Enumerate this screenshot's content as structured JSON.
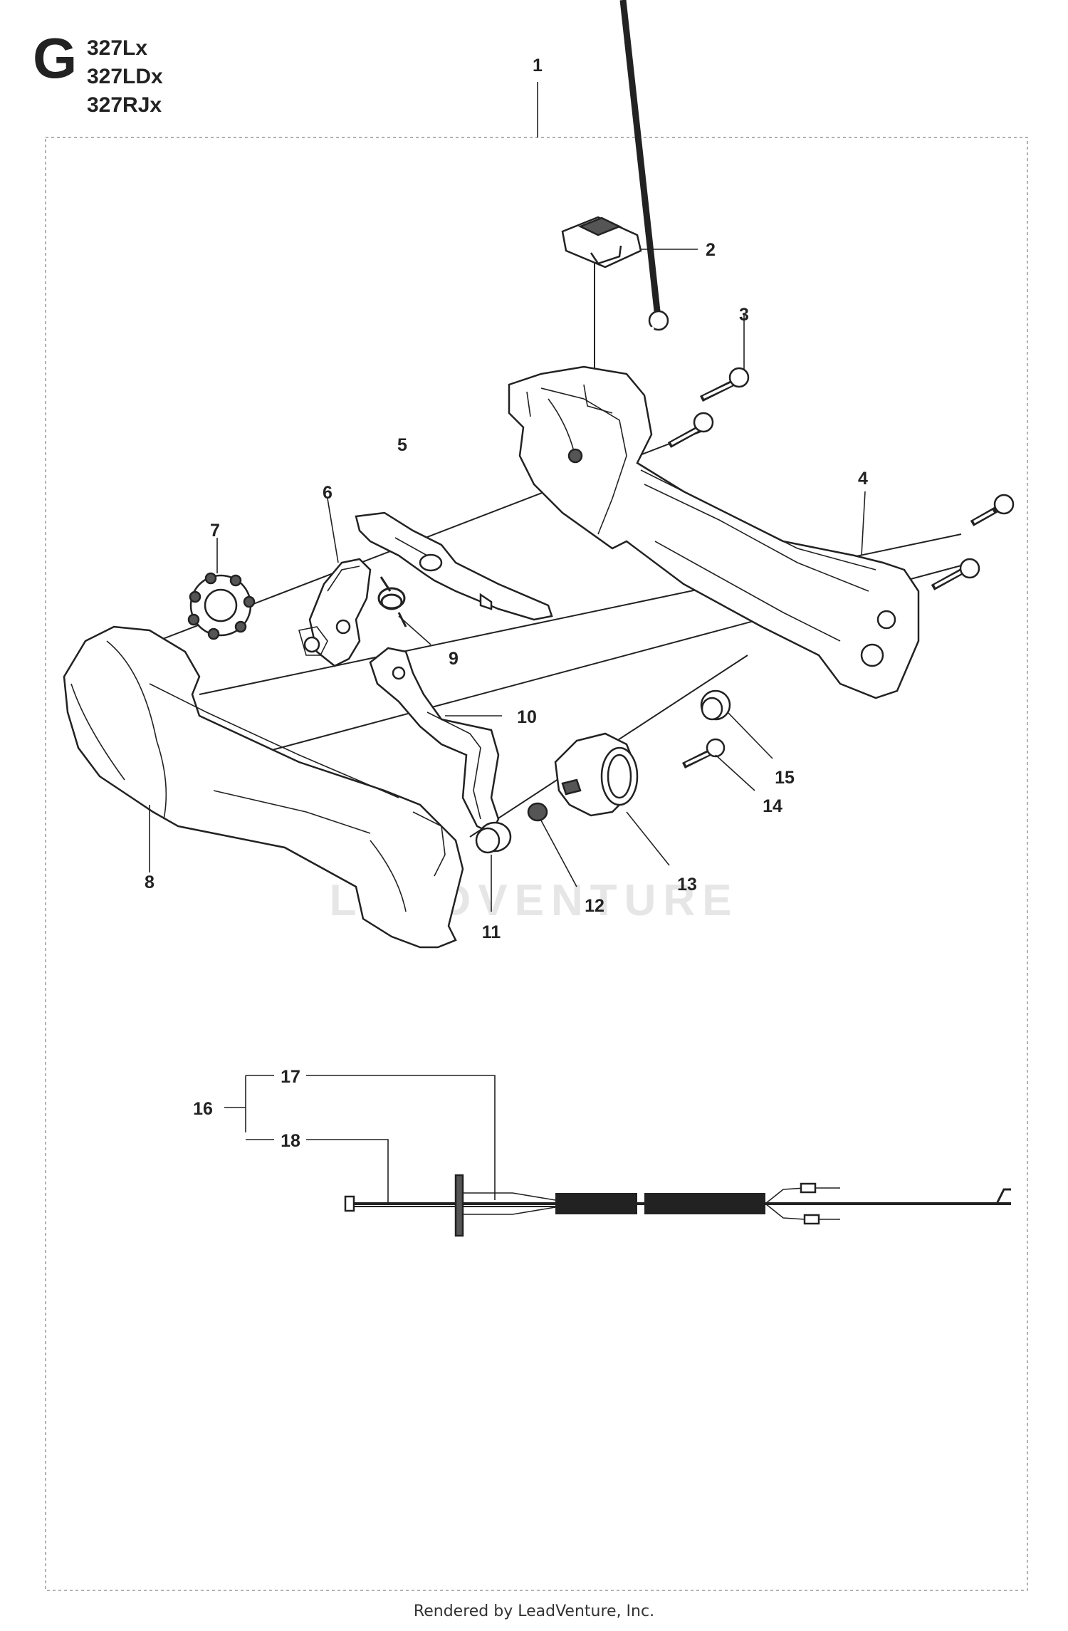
{
  "header": {
    "section_letter": "G",
    "models": [
      "327Lx",
      "327LDx",
      "327RJx"
    ]
  },
  "callouts": {
    "c1": "1",
    "c2": "2",
    "c3": "3",
    "c4": "4",
    "c5": "5",
    "c6": "6",
    "c7": "7",
    "c8": "8",
    "c9": "9",
    "c10": "10",
    "c11": "11",
    "c12": "12",
    "c13": "13",
    "c14": "14",
    "c15": "15",
    "c16": "16",
    "c17": "17",
    "c18": "18"
  },
  "watermark": "LEADVENTURE",
  "footer": "Rendered by LeadVenture, Inc."
}
